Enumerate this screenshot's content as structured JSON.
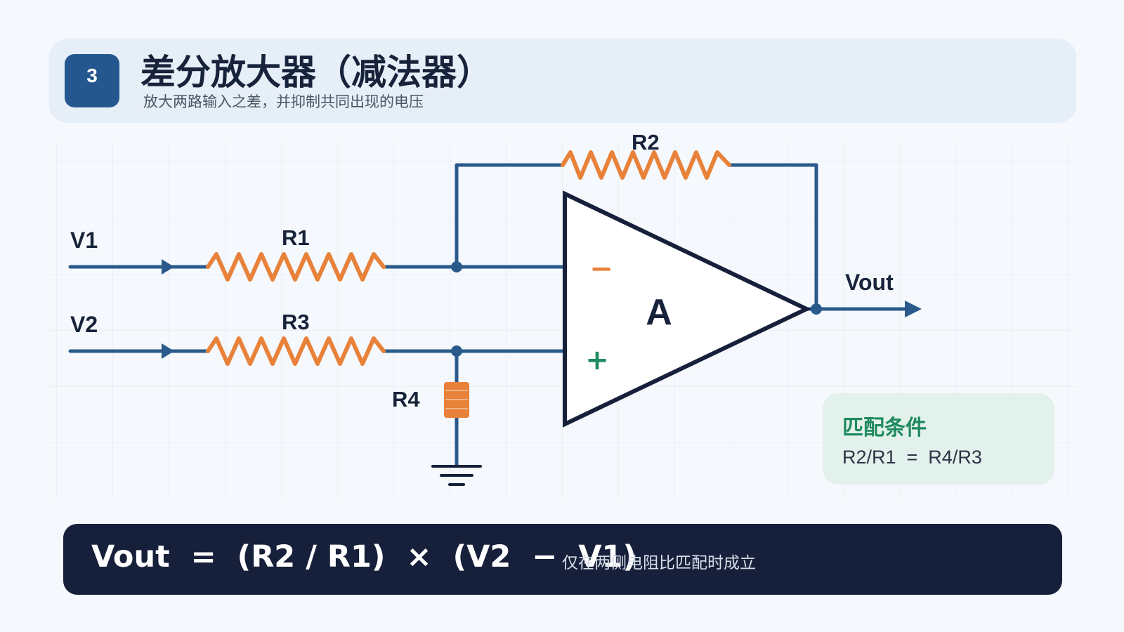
{
  "header": {
    "badge": "3",
    "title": "差分放大器（减法器）",
    "subtitle": "放大两路输入之差，并抑制共同出现的电压"
  },
  "circuit": {
    "inputs": [
      "V1",
      "V2"
    ],
    "resistors": [
      "R1",
      "R2",
      "R3",
      "R4"
    ],
    "opamp_label": "A",
    "minus_sign": "−",
    "plus_sign": "+",
    "output": "Vout",
    "colors": {
      "wire": "#2a5a8c",
      "resistor": "#e8823a",
      "opamp_outline": "#16203a",
      "plus": "#1f8a5e",
      "minus": "#e8823a"
    }
  },
  "condition": {
    "title": "匹配条件",
    "equation": "R2/R1  =  R4/R3"
  },
  "formula": {
    "text": "Vout  =  (R2 / R1)  ×  (V2  −  V1)",
    "note": "仅在两侧电阻比匹配时成立"
  }
}
